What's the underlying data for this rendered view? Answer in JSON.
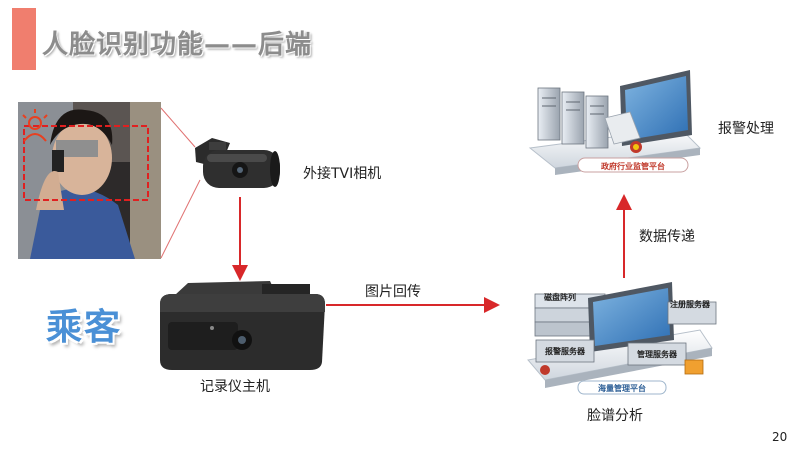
{
  "title": "人脸识别功能——后端",
  "labels": {
    "camera": "外接TVI相机",
    "recorder": "记录仪主机",
    "image_return": "图片回传",
    "face_analysis": "脸谱分析",
    "data_transfer": "数据传递",
    "alarm_handling": "报警处理",
    "passenger": "乘客"
  },
  "server_cluster": {
    "disk_array": "磁盘阵列",
    "register_server": "注册服务器",
    "alarm_server": "报警服务器",
    "manage_server": "管理服务器",
    "mass_platform": "海量管理平台"
  },
  "gov_platform": "政府行业监管平台",
  "page_number": "20",
  "colors": {
    "arrow": "#d8282a",
    "title": "#8c8c8c",
    "title_accent": "#f07e6e",
    "passenger": "#4a90d6"
  }
}
